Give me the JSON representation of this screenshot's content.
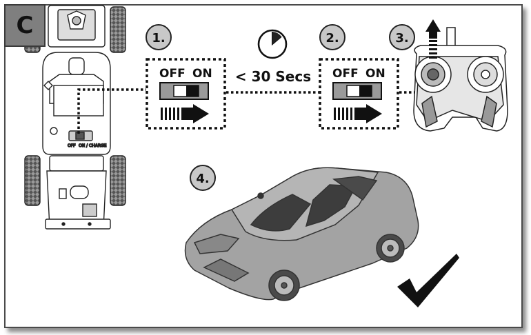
{
  "panel_label": "C",
  "steps": {
    "step1": "1.",
    "step2": "2.",
    "step3": "3.",
    "step4": "4."
  },
  "switch": {
    "off": "OFF",
    "on": "ON"
  },
  "wait_text": "< 30 Secs",
  "chassis_switch": {
    "off": "OFF",
    "on_charge": "ON / CHARGE"
  },
  "colors": {
    "badge_fill": "#c8c8c8",
    "car_body": "#a3a3a3",
    "switch_fill": "#9a9a9a",
    "label_bg": "#7f7f7f"
  },
  "icons": [
    "clock-icon",
    "arrow-right-icon",
    "arrow-up-icon",
    "checkmark-icon"
  ]
}
